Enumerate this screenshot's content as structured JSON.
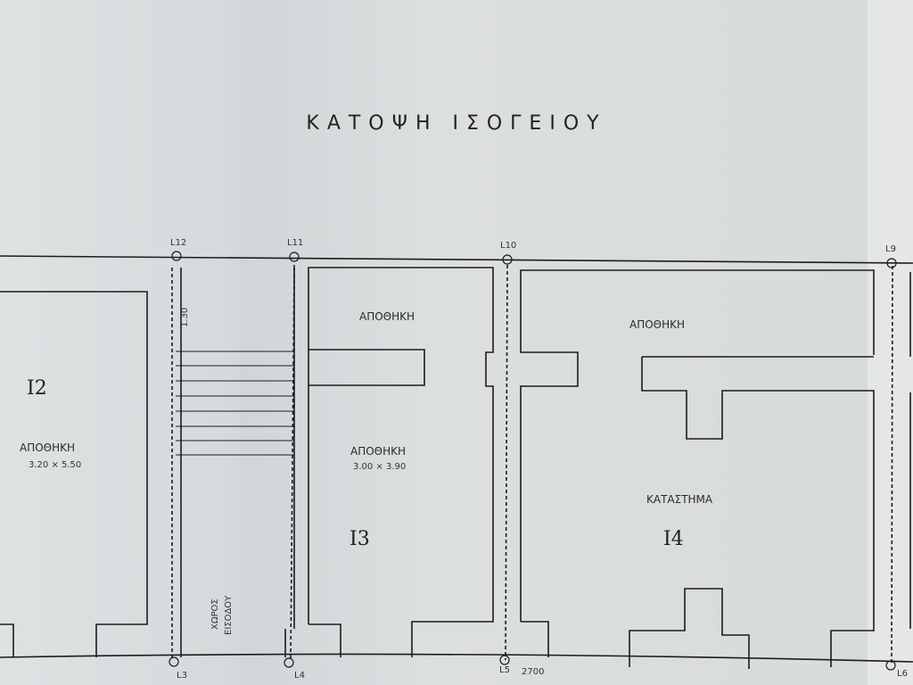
{
  "title": "ΚΑΤΟΨΗ ΙΣΟΓΕΙΟΥ",
  "units": {
    "i2": {
      "id": "I2",
      "label": "ΑΠΟΘΗΚΗ",
      "dims": "3.20 × 5.50"
    },
    "i3": {
      "id": "I3",
      "upper": "ΑΠΟΘΗΚΗ",
      "label": "ΑΠΟΘΗΚΗ",
      "dims": "3.00 × 3.90"
    },
    "i4": {
      "id": "I4",
      "upper": "ΑΠΟΘΗΚΗ",
      "label": "ΚΑΤΑΣΤΗΜΑ"
    }
  },
  "entry": {
    "line1": "ΧΩΡΟΣ",
    "line2": "ΕΙΣΟΔΟΥ",
    "dim": "1.30"
  },
  "grid_points": {
    "top": [
      "L12",
      "L11",
      "L10",
      "L9"
    ],
    "bottom": [
      "L3",
      "L4",
      "L5",
      "L6"
    ]
  },
  "bottom_dim": "2700"
}
